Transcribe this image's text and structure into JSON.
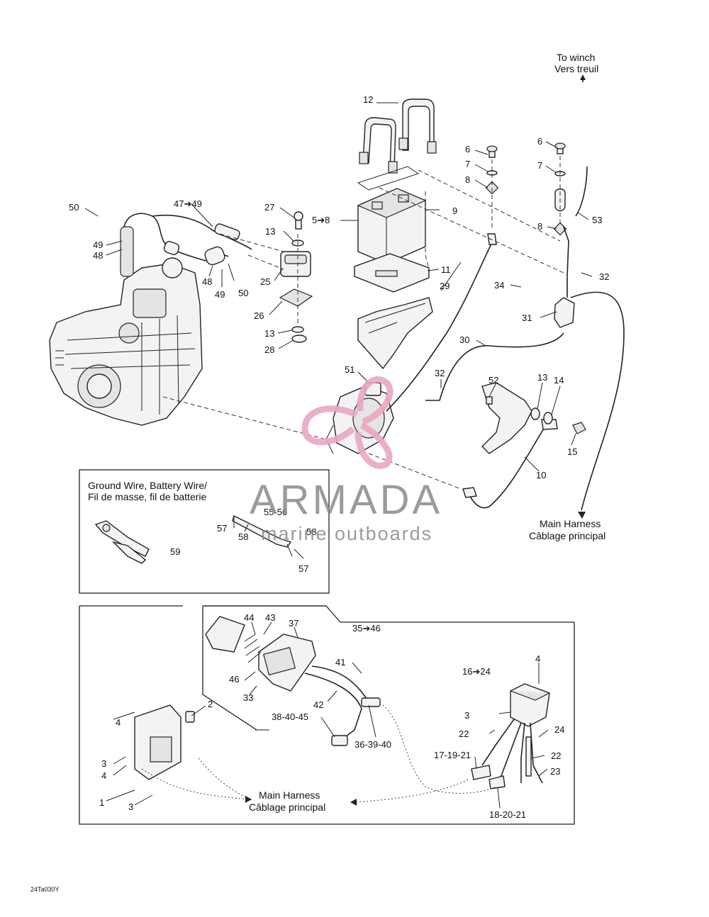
{
  "notes": {
    "to_winch_en": "To winch",
    "to_winch_fr": "Vers treuil",
    "main_harness_en": "Main Harness",
    "main_harness_fr": "Câblage principal",
    "inset_title_1": "Ground Wire, Battery Wire/",
    "inset_title_2": "Fil de masse, fil de batterie",
    "figure_code": "24Ta030Y"
  },
  "watermark": {
    "brand": "ARMADA",
    "tagline": "marine outboards",
    "color": "#8a8a8a",
    "logo_color": "#e9a7c4"
  },
  "callouts": {
    "c12": "12",
    "c6a": "6",
    "c7a": "7",
    "c8a": "8",
    "c6b": "6",
    "c7b": "7",
    "c8b": "8",
    "c53": "53",
    "c50a": "50",
    "c47": "47➔49",
    "c27": "27",
    "c5": "5➔8",
    "c9": "9",
    "c13a": "13",
    "c49a": "49",
    "c48a": "48",
    "c48b": "48",
    "c49b": "49",
    "c50b": "50",
    "c25": "25",
    "c11": "11",
    "c29": "29",
    "c34": "34",
    "c32a": "32",
    "c31": "31",
    "c26": "26",
    "c13b": "13",
    "c28": "28",
    "c30": "30",
    "c51": "51",
    "c32b": "32",
    "c52": "52",
    "c13c": "13",
    "c14": "14",
    "c15": "15",
    "c10": "10",
    "c5556": "55-56",
    "c57a": "57",
    "c58a": "58",
    "c58b": "58",
    "c57b": "57",
    "c59": "59",
    "c44": "44",
    "c43": "43",
    "c37": "37",
    "c3546": "35➔46",
    "c41": "41",
    "c46": "46",
    "c33": "33",
    "c42": "42",
    "c384045": "38-40-45",
    "c363940": "36-39-40",
    "c1624": "16➔24",
    "c4a": "4",
    "c2": "2",
    "c4b": "4",
    "c3a": "3",
    "c22a": "22",
    "c24": "24",
    "c171921": "17-19-21",
    "c22b": "22",
    "c23": "23",
    "c3b": "3",
    "c4c": "4",
    "c1": "1",
    "c3c": "3",
    "c182021": "18-20-21"
  }
}
